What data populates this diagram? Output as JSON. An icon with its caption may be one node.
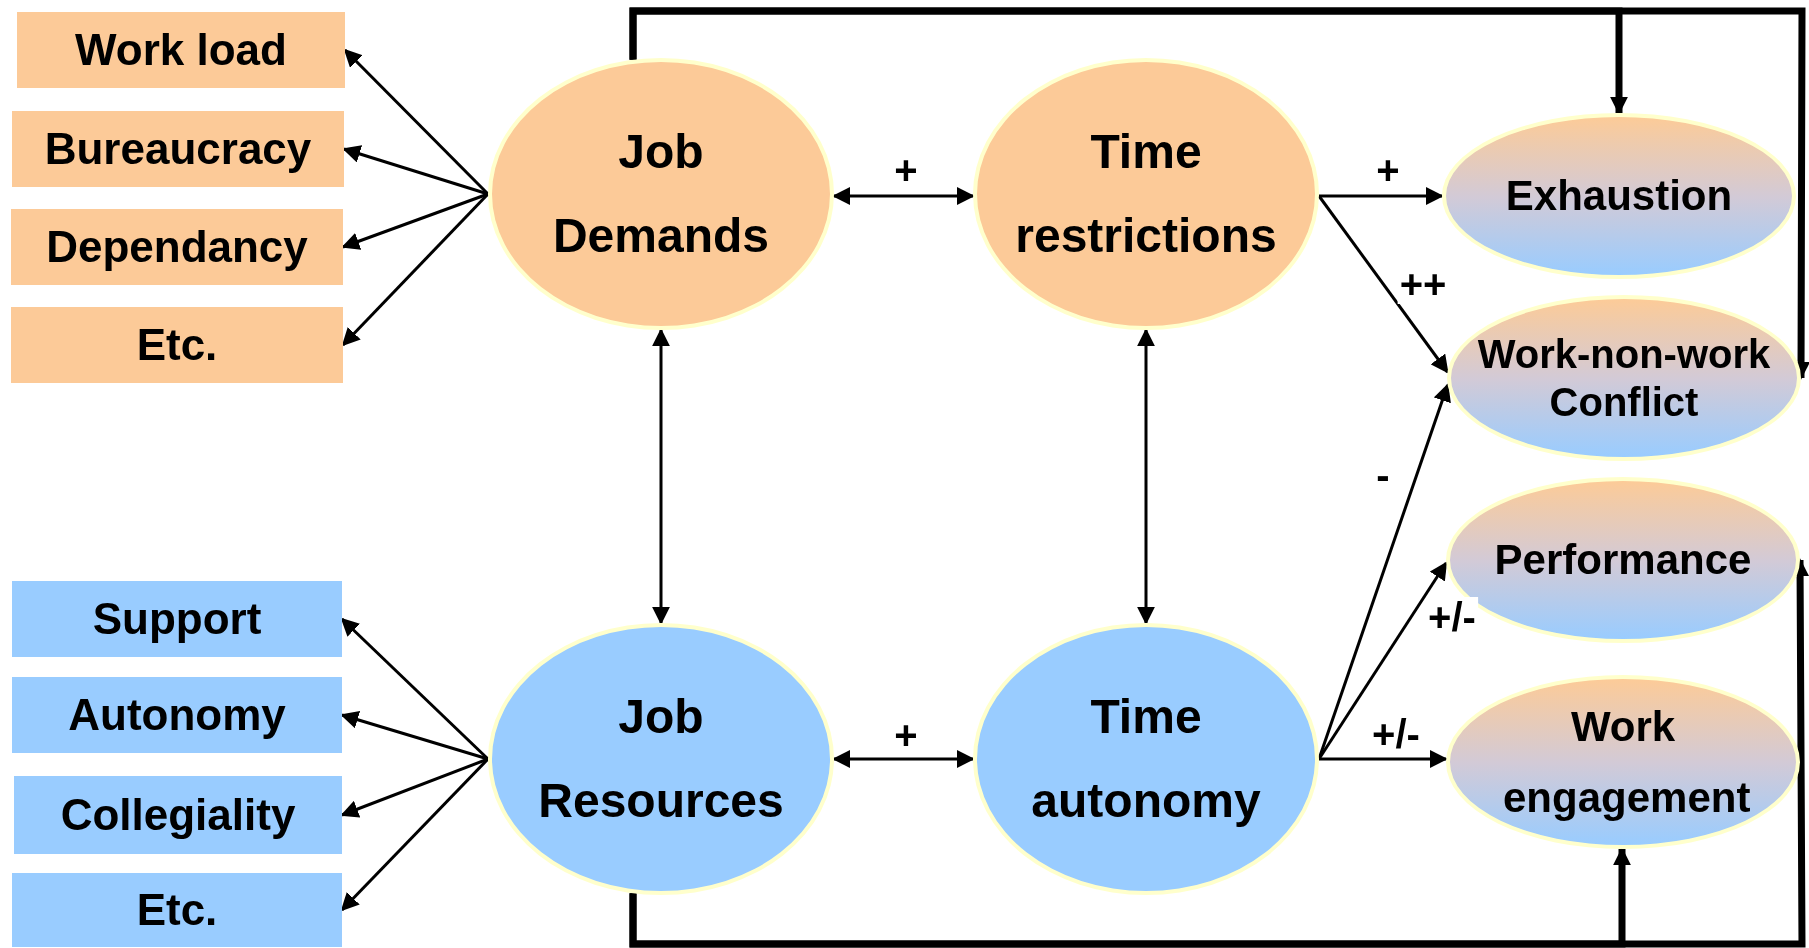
{
  "diagram": {
    "nodes": [
      {
        "text": [
          "Work load"
        ]
      },
      {
        "text": [
          "Bureaucracy"
        ]
      },
      {
        "text": [
          "Dependancy"
        ]
      },
      {
        "text": [
          "Etc."
        ]
      },
      {
        "text": [
          "Job Demands"
        ]
      },
      {
        "text": [
          "Time restrictions"
        ]
      },
      {
        "text": [
          "Exhaustion"
        ]
      },
      {
        "text": [
          "Work-non-work Conflict"
        ]
      },
      {
        "text": [
          "Support"
        ]
      },
      {
        "text": [
          "Autonomy"
        ]
      },
      {
        "text": [
          "Collegiality"
        ]
      },
      {
        "text": [
          "Etc."
        ]
      },
      {
        "text": [
          "Job Resources"
        ]
      },
      {
        "text": [
          "Time autonomy"
        ]
      },
      {
        "text": [
          "Performance"
        ]
      },
      {
        "text": [
          "Work engagement"
        ]
      }
    ],
    "edges": [
      {
        "from": 4,
        "to": 0,
        "arrow": "to"
      },
      {
        "from": 4,
        "to": 1,
        "arrow": "to"
      },
      {
        "from": 4,
        "to": 2,
        "arrow": "to"
      },
      {
        "from": 4,
        "to": 3,
        "arrow": "to"
      },
      {
        "from": 12,
        "to": 8,
        "arrow": "to"
      },
      {
        "from": 12,
        "to": 9,
        "arrow": "to"
      },
      {
        "from": 12,
        "to": 10,
        "arrow": "to"
      },
      {
        "from": 12,
        "to": 11,
        "arrow": "to"
      },
      {
        "from": 4,
        "to": 5,
        "arrow": "both",
        "label": "+"
      },
      {
        "from": 12,
        "to": 13,
        "arrow": "both",
        "label": "+"
      },
      {
        "from": 4,
        "to": 12,
        "arrow": "both"
      },
      {
        "from": 5,
        "to": 13,
        "arrow": "both"
      },
      {
        "from": 5,
        "to": 6,
        "arrow": "to",
        "label": "+"
      },
      {
        "from": 5,
        "to": 7,
        "arrow": "to",
        "label": "++"
      },
      {
        "from": 13,
        "to": 7,
        "arrow": "to",
        "label": "-"
      },
      {
        "from": 13,
        "to": 14,
        "arrow": "to",
        "label": "+/-"
      },
      {
        "from": 13,
        "to": 15,
        "arrow": "to",
        "label": "+/-"
      },
      {
        "from": 4,
        "to": 6,
        "arrow": "to",
        "style": "thick"
      },
      {
        "from": 4,
        "to": 7,
        "arrow": "to",
        "style": "thick"
      },
      {
        "from": 12,
        "to": 15,
        "arrow": "to",
        "style": "thick"
      },
      {
        "from": 12,
        "to": 14,
        "arrow": "to",
        "style": "thick"
      }
    ]
  }
}
